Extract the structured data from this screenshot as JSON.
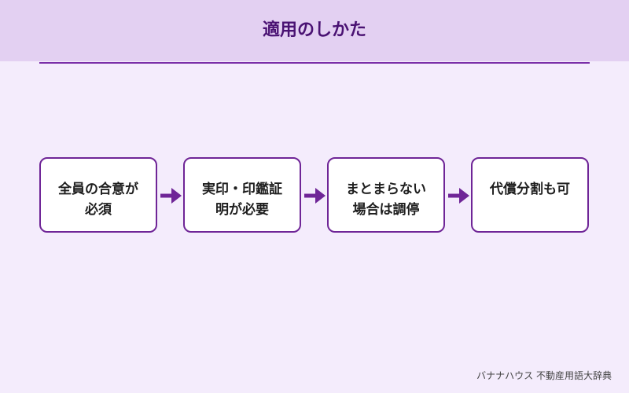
{
  "header": {
    "title": "適用のしかた"
  },
  "steps": [
    {
      "label": "全員の合意が\n必須"
    },
    {
      "label": "実印・印鑑証\n明が必要"
    },
    {
      "label": "まとまらない\n場合は調停"
    },
    {
      "label": "代償分割も可"
    }
  ],
  "footer": {
    "credit": "バナナハウス 不動産用語大辞典"
  },
  "colors": {
    "accent": "#6f2597",
    "header_bg": "#e3d0f2",
    "page_bg": "#f4ecfc"
  },
  "icons": {
    "connector": "arrow-right-icon"
  }
}
